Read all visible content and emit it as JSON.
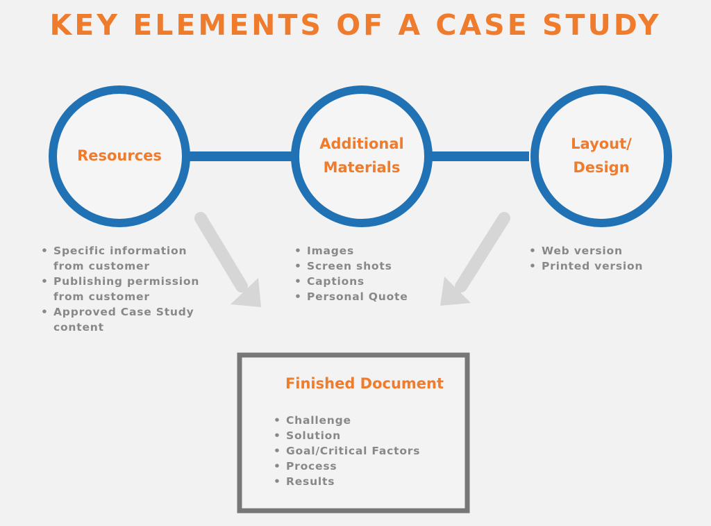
{
  "title": "KEY ELEMENTS OF A CASE STUDY",
  "colors": {
    "title": "#ef7b2d",
    "circle_stroke": "#2172b4",
    "bullet_text": "#888888",
    "box_border": "#777777",
    "arrow": "#d6d6d6"
  },
  "nodes": [
    {
      "label": "Resources",
      "bullets": [
        "Specific information\nfrom customer",
        "Publishing permission\nfrom customer",
        "Approved Case Study\ncontent"
      ]
    },
    {
      "label": "Additional\nMaterials",
      "bullets": [
        "Images",
        "Screen shots",
        "Captions",
        "Personal Quote"
      ]
    },
    {
      "label": "Layout/\nDesign",
      "bullets": [
        "Web version",
        "Printed version"
      ]
    }
  ],
  "finished": {
    "title": "Finished Document",
    "bullets": [
      "Challenge",
      "Solution",
      "Goal/Critical Factors",
      "Process",
      "Results"
    ]
  }
}
